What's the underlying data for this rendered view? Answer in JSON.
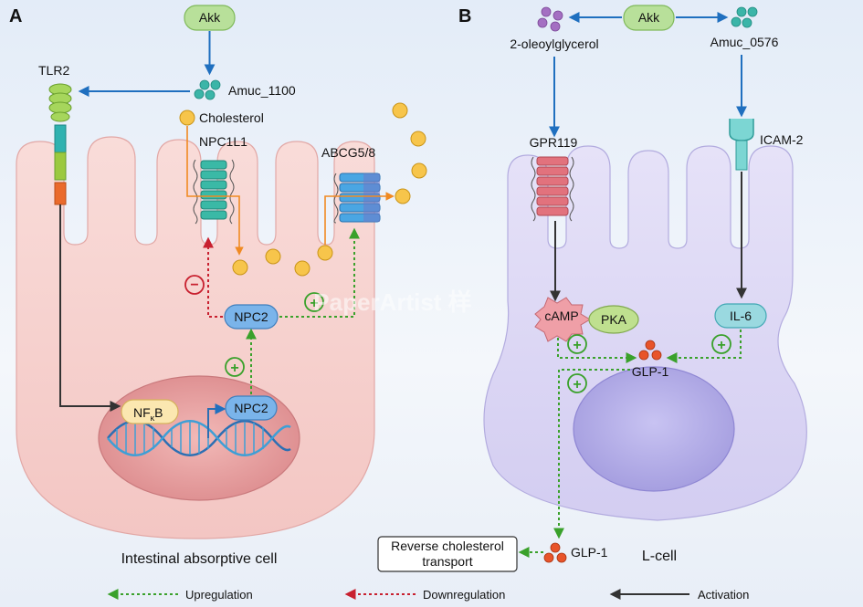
{
  "panel_a": {
    "letter": "A",
    "akk": "Akk",
    "amuc": "Amuc_1100",
    "tlr2": "TLR2",
    "cholesterol": "Cholesterol",
    "npc1l1": "NPC1L1",
    "abcg": "ABCG5/8",
    "npc2_mid": "NPC2",
    "npc2_nucleus": "NPC2",
    "nfkb_main": "NF",
    "nfkb_sub": "κ",
    "nfkb_tail": "B",
    "minus_sign": "−",
    "plus_sign": "+",
    "cell_label": "Intestinal absorptive cell"
  },
  "panel_b": {
    "letter": "B",
    "akk": "Akk",
    "oleoyl": "2-oleoylglycerol",
    "amuc": "Amuc_0576",
    "gpr": "GPR119",
    "icam": "ICAM-2",
    "camp": "cAMP",
    "pka": "PKA",
    "il6": "IL-6",
    "glp1_inner": "GLP-1",
    "glp1_outer": "GLP-1",
    "plus_sign": "+",
    "reverse_line1": "Reverse cholesterol",
    "reverse_line2": "transport",
    "cell_label": "L-cell"
  },
  "watermark": "PaperArtist 样",
  "legend": {
    "upregulation": "Upregulation",
    "downregulation": "Downregulation",
    "activation": "Activation"
  },
  "colors": {
    "activation_blue": "#1f6fbf",
    "upregulation_green": "#3aa12b",
    "downregulation_red": "#c8202f",
    "cholesterol_orange": "#f08a22",
    "cell_a_fill": "#f7d2cf",
    "cell_b_fill": "#dcd7f3"
  }
}
